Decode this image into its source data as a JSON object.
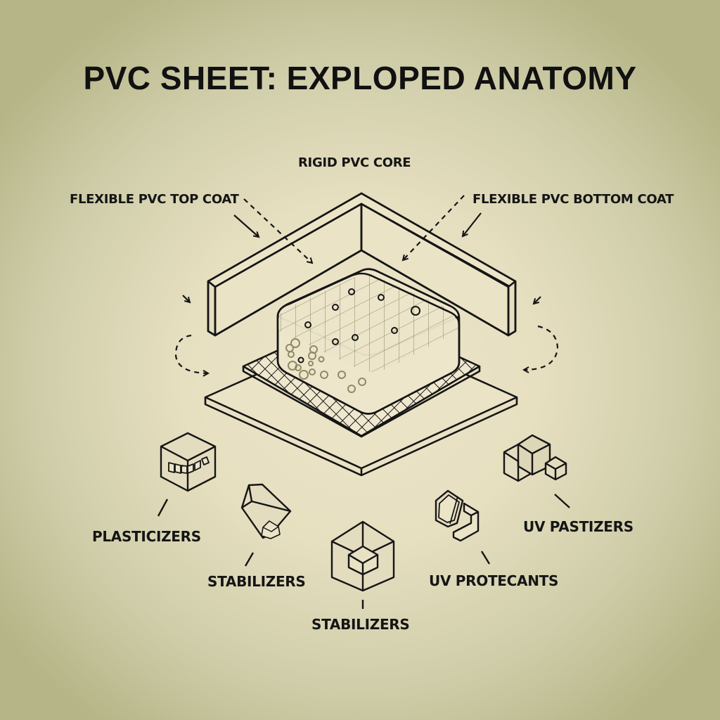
{
  "title": "PVC SHEET: EXPLOPED ANATOMY",
  "layer_labels": {
    "core": "RIGID PVC CORE",
    "top_coat": "FLEXIBLE PVC TOP COAT",
    "bottom_coat": "FLEXIBLE PVC BOTTOM COAT"
  },
  "additive_labels": [
    {
      "id": "plasticizers",
      "label": "PLASTICIZERS",
      "icon": "cube-with-chain-icon"
    },
    {
      "id": "stabilizers-1",
      "label": "STABILIZERS",
      "icon": "crystal-polyhedron-icon"
    },
    {
      "id": "stabilizers-2",
      "label": "STABILIZERS",
      "icon": "nested-cube-icon"
    },
    {
      "id": "uv-protecants",
      "label": "UV PROTECANTS",
      "icon": "hexagon-linked-block-icon"
    },
    {
      "id": "uv-pastizers",
      "label": "UV PASTIZERS",
      "icon": "cube-cluster-icon"
    }
  ],
  "colors": {
    "ink": "#151515",
    "background_center": "#ede5ca",
    "background_edge": "#b5b587",
    "grid_line": "#9c9677",
    "bubble": "#8e8a66"
  }
}
